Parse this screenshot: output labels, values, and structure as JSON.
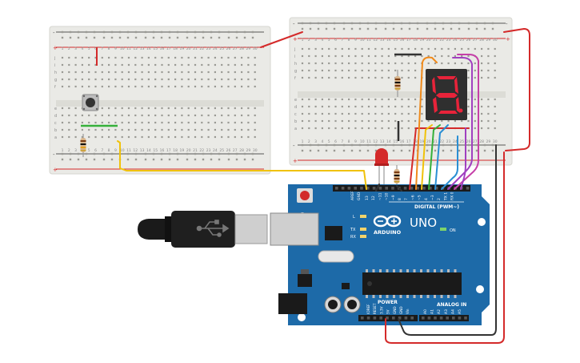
{
  "board": {
    "logo_text": "ARDUINO",
    "model": "UNO",
    "digital_label": "DIGITAL (PWM~)",
    "analog_label": "ANALOG IN",
    "power_label": "POWER",
    "on_label": "ON",
    "led_l": "L",
    "led_tx": "TX",
    "led_rx": "RX",
    "aref": "AREF",
    "gnd": "GND",
    "digital_pins": [
      "13",
      "12",
      "~11",
      "~10",
      "~9",
      "8",
      "7",
      "~6",
      "~5",
      "4",
      "~3",
      "2",
      "TX 1",
      "RX 0"
    ],
    "power_pins": [
      "IOREF",
      "RESET",
      "3.3V",
      "5V",
      "GND",
      "GND",
      "Vin"
    ],
    "analog_pins": [
      "A0",
      "A1",
      "A2",
      "A3",
      "A4",
      "A5"
    ]
  },
  "breadboard": {
    "column_numbers": [
      "1",
      "2",
      "3",
      "4",
      "5",
      "6",
      "7",
      "8",
      "9",
      "10",
      "11",
      "12",
      "13",
      "14",
      "15",
      "16",
      "17",
      "18",
      "19",
      "20",
      "21",
      "22",
      "23",
      "24",
      "25",
      "26",
      "27",
      "28",
      "29",
      "30"
    ],
    "row_letters_top": [
      "j",
      "i",
      "h",
      "g",
      "f"
    ],
    "row_letters_bottom": [
      "e",
      "d",
      "c",
      "b",
      "a"
    ],
    "rail_plus": "+",
    "rail_minus": "-"
  },
  "display": {
    "digit": "8",
    "color": "#e8233a"
  },
  "colors": {
    "arduino_blue": "#1d6aa8",
    "breadboard": "#eaeae6",
    "wire_red": "#d42a2a",
    "wire_black": "#333333",
    "wire_yellow": "#f0c20a",
    "wire_orange": "#f08a1a",
    "wire_green": "#35b03a",
    "wire_blue": "#2a8fd4",
    "wire_purple": "#a040c0",
    "wire_magenta": "#c53fa8"
  }
}
